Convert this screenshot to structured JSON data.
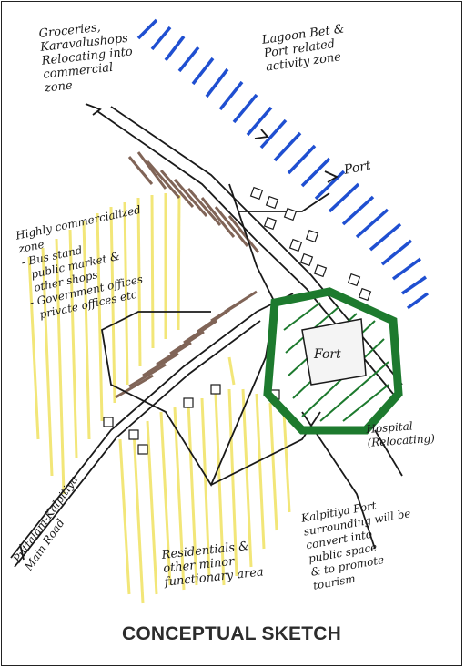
{
  "caption": "CONCEPTUAL SKETCH",
  "colors": {
    "lagoon": "#1f4fd1",
    "fort_green": "#1d7a2e",
    "commercial_brown": "#6b4a3a",
    "residential_yellow": "#f1e46a",
    "ink": "#1a1a1a"
  },
  "notes": {
    "groceries": "Groceries,\nKaravalushops\nRelocating into\ncommercial\nzone",
    "lagoon": "Lagoon Bet &\nPort related\nactivity zone",
    "port": "Port",
    "commercial": "Highly commercialized\nzone\n- Bus stand\n  public market &\n  other shops\n- Government offices\n  private offices etc",
    "fort": "Fort",
    "hospital": "Hospital\n(Relocating)",
    "road": "Puttalam-Kalpitiya\nMain Road",
    "residential": "Residentials &\nother minor\nfunctionary area",
    "kalpitiya": "Kalpitiya Fort\nsurrounding will be\nconvert into\npublic space\n& to promote\ntourism"
  }
}
